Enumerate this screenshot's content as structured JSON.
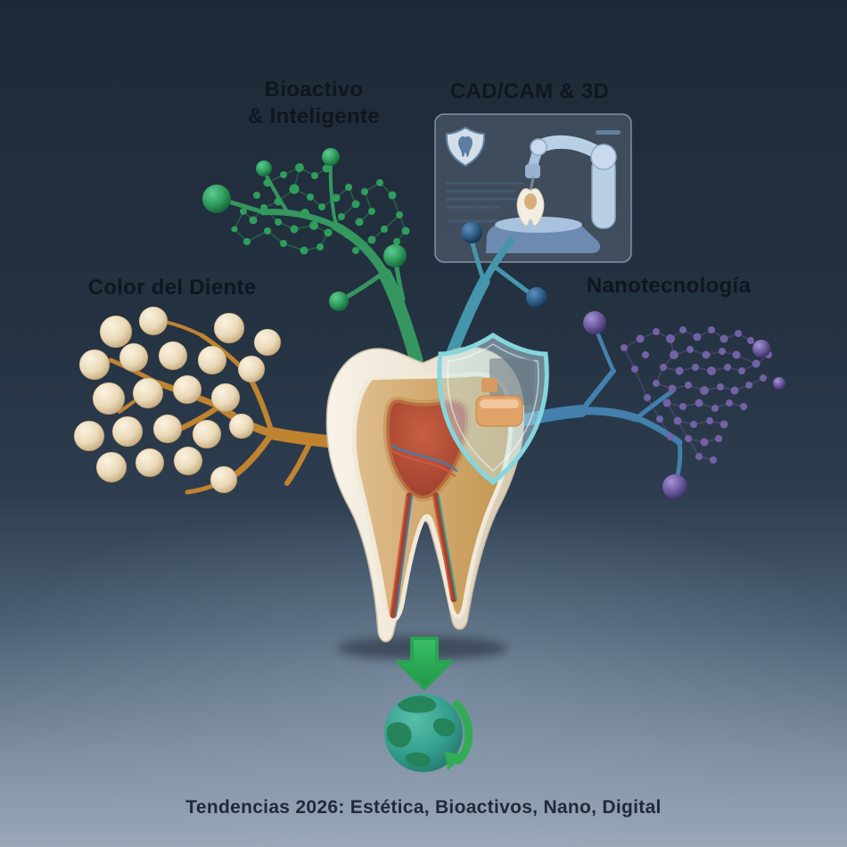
{
  "caption": "Tendencias 2026: Estética, Bioactivos, Nano, Digital",
  "labels": {
    "bioactive_line1": "Bioactivo",
    "bioactive_line2": "& Inteligente",
    "cadcam": "CAD/CAM & 3D",
    "tooth_color": "Color del Diente",
    "nanotech": "Nanotecnología"
  },
  "icons": {
    "tooth": "tooth-cross-section-icon",
    "shield": "protection-shield-icon",
    "capsule": "bioactive-capsule-icon",
    "robotic_arm": "cadcam-robotic-arm-icon",
    "panel_shield": "panel-shield-tooth-icon",
    "down_arrow": "down-arrow-icon",
    "globe": "globe-recycle-icon"
  },
  "colors": {
    "background_top": "#1e2937",
    "background_bottom": "#9aa8b8",
    "green": "#2f9e5c",
    "teal": "#4596ac",
    "orange": "#c08330",
    "blue": "#4380ad",
    "purple": "#6c5b9e",
    "cream": "#ead9b8",
    "arrow_green": "#2fb257",
    "globe_teal": "#2f9e8c",
    "text": "#10161e"
  }
}
